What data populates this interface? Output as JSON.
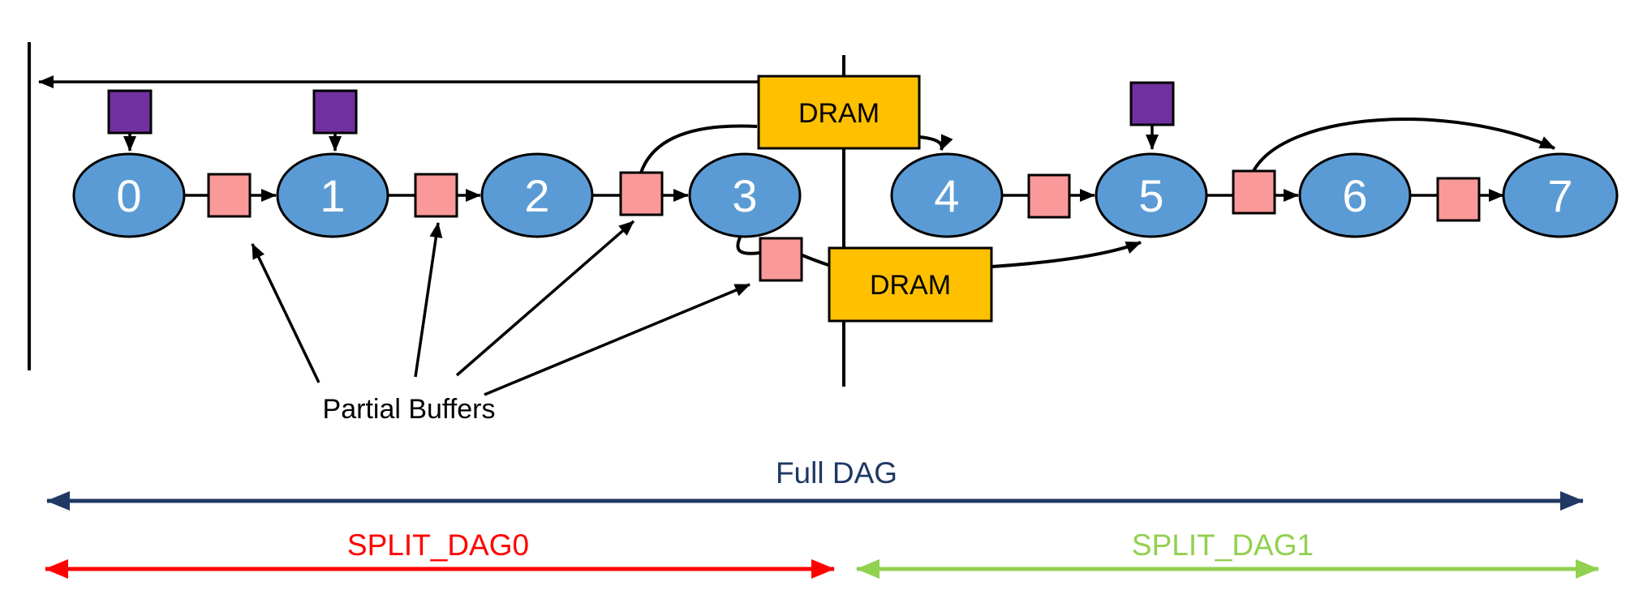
{
  "nodes": [
    "0",
    "1",
    "2",
    "3",
    "4",
    "5",
    "6",
    "7"
  ],
  "dram": {
    "top_label": "DRAM",
    "bottom_label": "DRAM"
  },
  "annotations": {
    "partial_buffers": "Partial Buffers",
    "full_dag": "Full DAG",
    "split_dag0": "SPLIT_DAG0",
    "split_dag1": "SPLIT_DAG1"
  },
  "colors": {
    "node_fill": "#5B9BD5",
    "node_text": "#FFFFFF",
    "buffer_fill": "#FA9999",
    "input_fill": "#7030A0",
    "dram_fill": "#FFC000",
    "full_dag": "#1F3864",
    "split_dag0": "#FF0000",
    "split_dag1": "#92D050",
    "line": "#000000"
  }
}
